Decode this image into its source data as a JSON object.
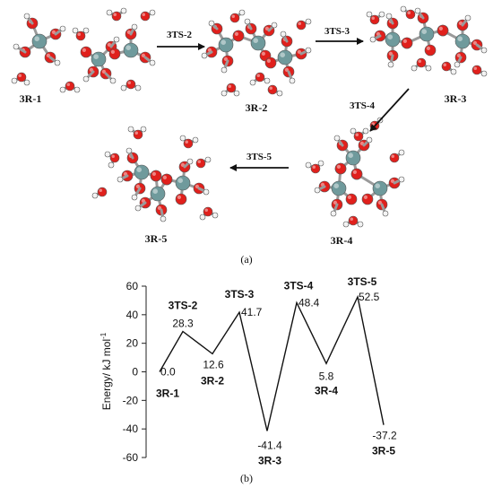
{
  "panel_a": {
    "caption": "(a)",
    "structures": [
      {
        "label": "3R-1"
      },
      {
        "label": "3R-2"
      },
      {
        "label": "3R-3"
      },
      {
        "label": "3R-4"
      },
      {
        "label": "3R-5"
      }
    ],
    "arrows": [
      {
        "label": "3TS-2"
      },
      {
        "label": "3TS-3"
      },
      {
        "label": "3TS-4"
      },
      {
        "label": "3TS-5"
      }
    ],
    "colors": {
      "oxygen": "#e0201c",
      "silicon": "#6f9a9c",
      "hydrogen": "#f2f2f2",
      "bond": "#9a9a9a"
    }
  },
  "panel_b": {
    "caption": "(b)",
    "ylabel": "Energy/ kJ mol",
    "ylabel_sup": "-1",
    "yticks": [
      "60",
      "40",
      "20",
      "0",
      "-20",
      "-40",
      "-60"
    ]
  },
  "chart_data": {
    "type": "line",
    "ylim": [
      -60,
      60
    ],
    "ylabel": "Energy/ kJ mol-1",
    "grid": false,
    "series": [
      {
        "values": [
          0.0,
          28.3,
          12.6,
          41.7,
          -41.4,
          48.4,
          5.8,
          52.5,
          -37.2
        ]
      }
    ],
    "points": [
      {
        "name": "3R-1",
        "value": 0.0,
        "value_label": "0.0"
      },
      {
        "name": "3TS-2",
        "value": 28.3,
        "value_label": "28.3"
      },
      {
        "name": "3R-2",
        "value": 12.6,
        "value_label": "12.6"
      },
      {
        "name": "3TS-3",
        "value": 41.7,
        "value_label": "41.7"
      },
      {
        "name": "3R-3",
        "value": -41.4,
        "value_label": "-41.4"
      },
      {
        "name": "3TS-4",
        "value": 48.4,
        "value_label": "48.4"
      },
      {
        "name": "3R-4",
        "value": 5.8,
        "value_label": "5.8"
      },
      {
        "name": "3TS-5",
        "value": 52.5,
        "value_label": "52.5"
      },
      {
        "name": "3R-5",
        "value": -37.2,
        "value_label": "-37.2"
      }
    ]
  }
}
